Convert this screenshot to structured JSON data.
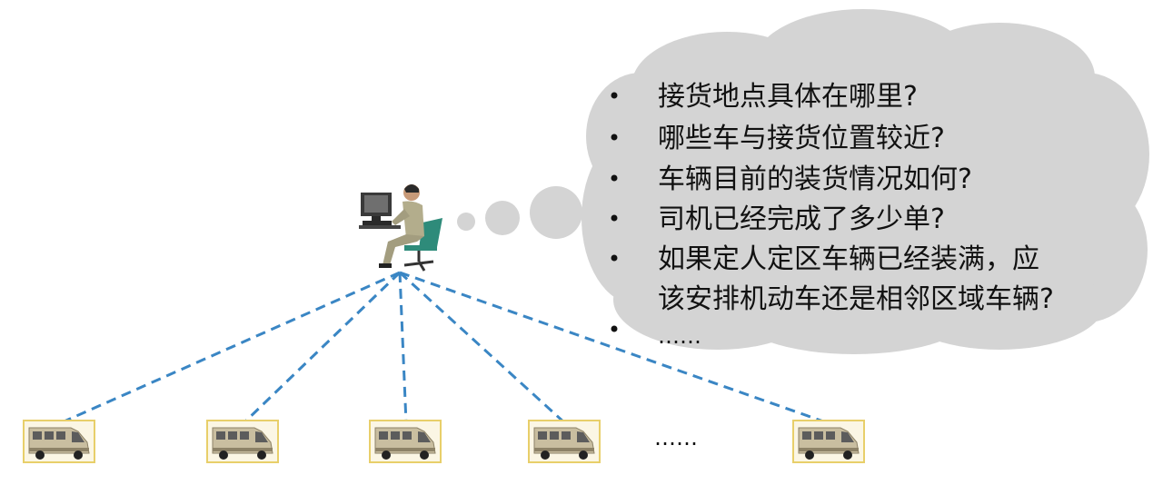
{
  "colors": {
    "cloud": "#d4d4d4",
    "link": "#3a86c4",
    "van_frame": "#e8cf6a",
    "van_body": "#c9bea0"
  },
  "icons": {
    "dispatcher": "person-at-computer-icon",
    "vehicle": "van-icon"
  },
  "questions": [
    "接货地点具体在哪里?",
    "哪些车与接货位置较近?",
    "车辆目前的装货情况如何?",
    "司机已经完成了多少单?",
    "如果定人定区车辆已经装满，应",
    "该安排机动车还是相邻区域车辆?",
    "……"
  ],
  "vehicles_ellipsis": "……"
}
